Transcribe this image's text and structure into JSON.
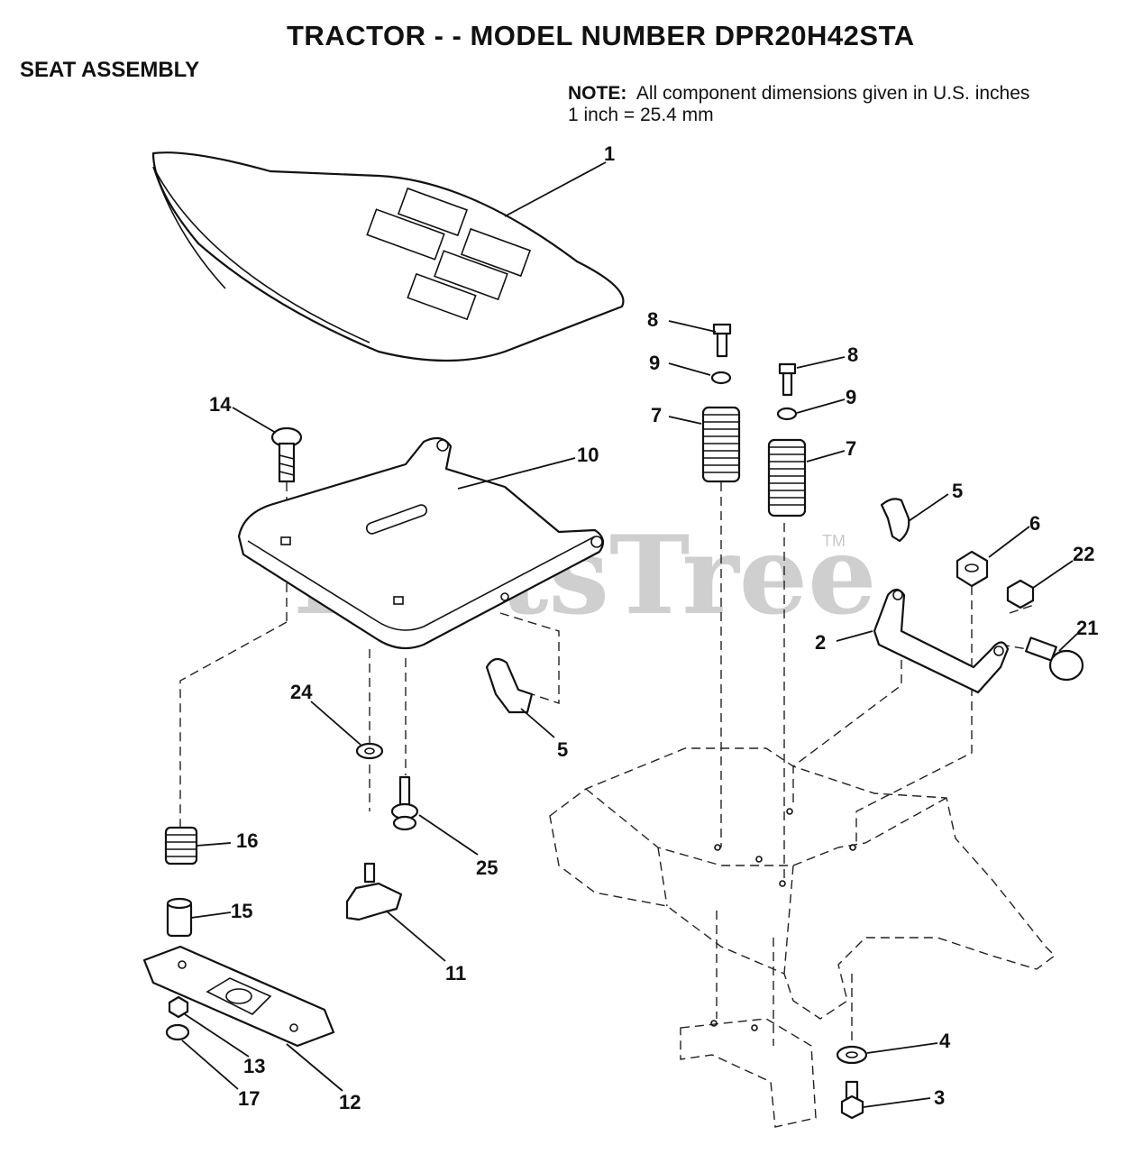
{
  "header": {
    "title": "TRACTOR - - MODEL NUMBER DPR20H42STA",
    "subtitle": "SEAT ASSEMBLY",
    "note_label": "NOTE:",
    "note_line1": "All component dimensions given in U.S. inches",
    "note_line2": "1 inch = 25.4 mm"
  },
  "watermark": {
    "text": "PartsTree",
    "tm": "TM"
  },
  "callouts": [
    "1",
    "14",
    "10",
    "8",
    "9",
    "7",
    "8",
    "9",
    "7",
    "5",
    "6",
    "22",
    "2",
    "21",
    "24",
    "5",
    "16",
    "25",
    "15",
    "11",
    "13",
    "12",
    "17",
    "4",
    "3"
  ],
  "colors": {
    "line": "#111111",
    "watermark": "#cfcfcf",
    "background": "#ffffff"
  }
}
